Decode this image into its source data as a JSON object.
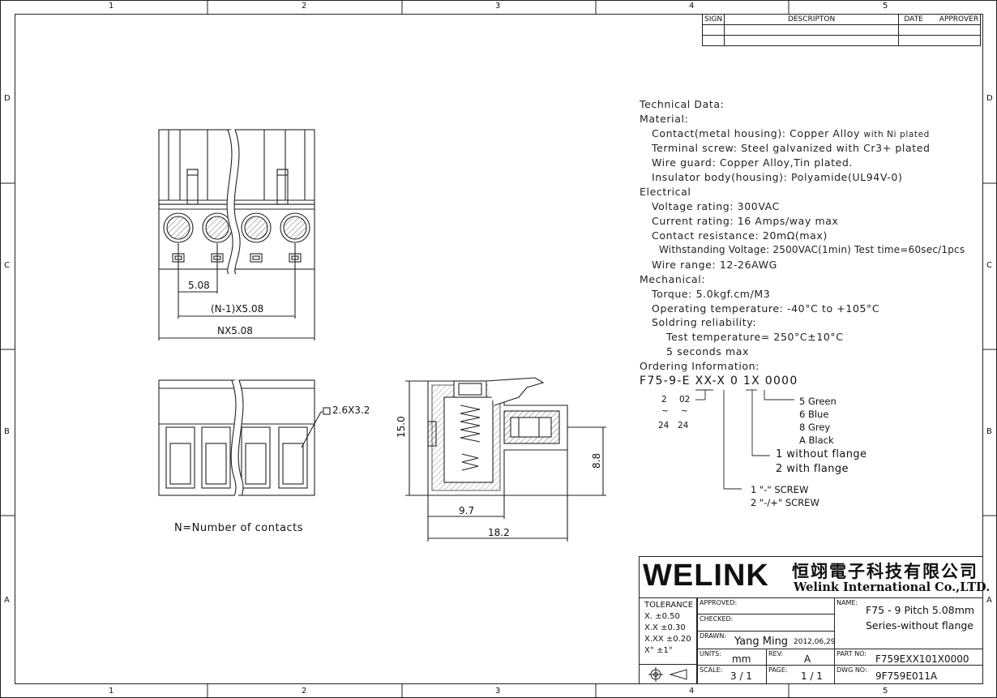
{
  "border": {
    "cols": [
      "1",
      "2",
      "3",
      "4",
      "5"
    ],
    "rows": [
      "D",
      "C",
      "B",
      "A"
    ]
  },
  "revision_table": {
    "headers": [
      "SIGN",
      "DESCRIPTON",
      "DATE",
      "APPROVER"
    ]
  },
  "dimensions": {
    "pitch": "5.08",
    "n1": "(N-1)X5.08",
    "nx": "NX5.08",
    "hole": "2.6X3.2",
    "height": "15.0",
    "side_height": "8.8",
    "w1": "9.7",
    "w2": "18.2"
  },
  "note": "N=Number of contacts",
  "tech": {
    "title": "Technical Data:",
    "material": "Material:",
    "contact": "Contact(metal housing): Copper Alloy ",
    "contact_small": "with Ni plated",
    "screw": "Terminal screw: Steel galvanized with Cr3+ plated",
    "guard": "Wire guard: Copper Alloy,Tin plated.",
    "insulator": "Insulator body(housing): Polyamide(UL94V-0)",
    "electrical": "Electrical",
    "voltage": "Voltage rating: 300VAC",
    "current": "Current rating: 16 Amps/way max",
    "resistance": "Contact resistance: 20mΩ(max)",
    "withstanding": "Withstanding Voltage: 2500VAC(1min) Test time=60sec/1pcs",
    "wire": "Wire range: 12-26AWG",
    "mechanical": "Mechanical:",
    "torque": "Torque: 5.0kgf.cm/M3",
    "temp": "Operating temperature: -40°C to +105°C",
    "solder": "Soldring reliability:",
    "test_temp": "Test temperature= 250°C±10°C",
    "seconds": "5 seconds max",
    "ordering": "Ordering Information:"
  },
  "ordering": {
    "code": "F75-9-E XX-X 0 1X 0000",
    "p_from": "2",
    "p_from_code": "02",
    "tilde1": "~",
    "tilde2": "~",
    "p_to": "24",
    "p_to_code": "24",
    "color5": "5  Green",
    "color6": "6  Blue",
    "color8": "8  Grey",
    "colorA": "A  Black",
    "flange1": "1  without flange",
    "flange2": "2 with flange",
    "screw1": "1   \"-\" SCREW",
    "screw2": "2  \"-/+\" SCREW"
  },
  "title_block": {
    "logo": "WELINK",
    "company_cn": "恒翊電子科技有限公司",
    "company_en": "Welink International Co.,LTD.",
    "tolerance": "TOLERANCE",
    "tol1": "X.     ±0.50",
    "tol2": "X.X    ±0.30",
    "tol3": "X.XX ±0.20",
    "tol4": "X°     ±1°",
    "approved": "APPROVED:",
    "checked": "CHECKED:",
    "drawn": "DRAWN:",
    "drawn_by": "Yang Ming",
    "drawn_date": "2012,06,29",
    "units_label": "UNITS:",
    "units": "mm",
    "rev_label": "REV:",
    "rev": "A",
    "scale_label": "SCALE:",
    "scale": "3 / 1",
    "page_label": "PAGE:",
    "page": "1 / 1",
    "name_label": "NAME:",
    "name1": "F75 - 9  Pitch 5.08mm",
    "name2": "Series-without flange",
    "partno_label": "PART NO:",
    "partno": "F759EXX101X0000",
    "dwgno_label": "DWG NO:",
    "dwgno": "9F759E011A"
  }
}
